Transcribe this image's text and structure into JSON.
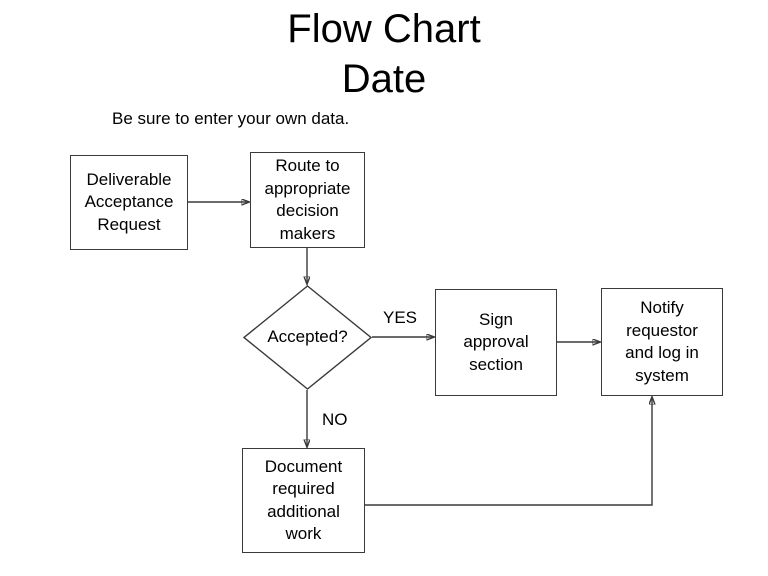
{
  "slide": {
    "title": "Flow Chart\nDate",
    "subtitle": "Be sure to enter your own data.",
    "background_color": "#ffffff",
    "line_color": "#3a3a3a",
    "text_color": "#000000"
  },
  "chart_data": {
    "type": "diagram",
    "title": "Flow Chart",
    "nodes": [
      {
        "id": "start",
        "shape": "process",
        "text": "Deliverable\nAcceptance\nRequest"
      },
      {
        "id": "route",
        "shape": "process",
        "text": "Route to\nappropriate\ndecision\nmakers"
      },
      {
        "id": "accepted",
        "shape": "decision",
        "text": "Accepted?"
      },
      {
        "id": "sign",
        "shape": "process",
        "text": "Sign\napproval\nsection"
      },
      {
        "id": "notify",
        "shape": "process",
        "text": "Notify\nrequestor\nand log in\nsystem"
      },
      {
        "id": "document",
        "shape": "process",
        "text": "Document\nrequired\nadditional\nwork"
      }
    ],
    "edges": [
      {
        "from": "start",
        "to": "route",
        "label": ""
      },
      {
        "from": "route",
        "to": "accepted",
        "label": ""
      },
      {
        "from": "accepted",
        "to": "sign",
        "label": "YES"
      },
      {
        "from": "sign",
        "to": "notify",
        "label": ""
      },
      {
        "from": "accepted",
        "to": "document",
        "label": "NO"
      },
      {
        "from": "document",
        "to": "notify",
        "label": ""
      }
    ],
    "edge_labels": {
      "yes": "YES",
      "no": "NO"
    }
  }
}
